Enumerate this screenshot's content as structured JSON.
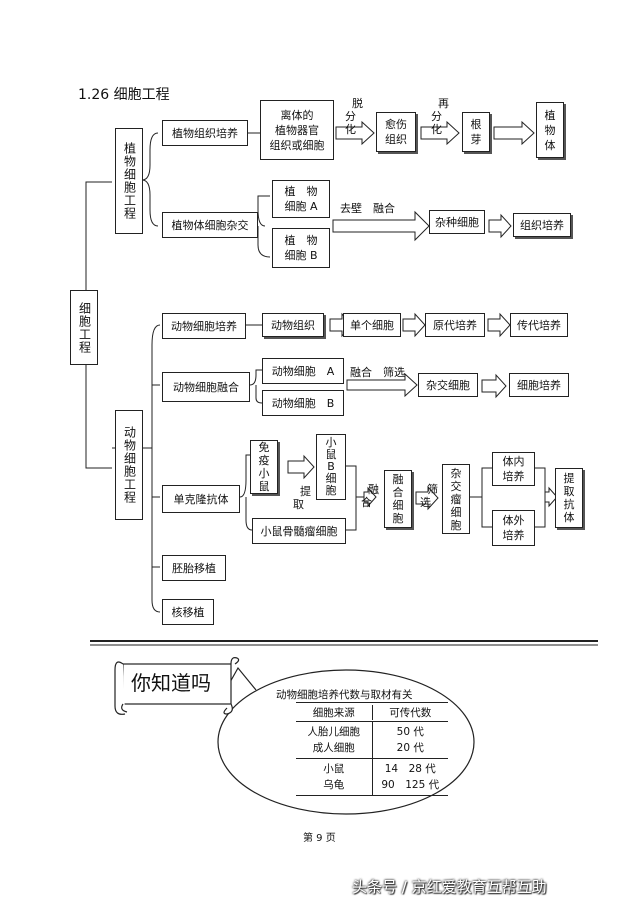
{
  "section_title": "1.26 细胞工程",
  "root": "细胞工程",
  "plant": {
    "label": "植物细胞工程",
    "tissue_culture": {
      "label": "植物组织培养",
      "source": "离体的\n植物器官\n组织或细胞",
      "step1": "脱\n分\n化",
      "callus": "愈伤\n组织",
      "step2": "再\n分\n化",
      "root_bud": "根\n芽",
      "plant_body": "植\n物\n体"
    },
    "hybridization": {
      "label": "植物体细胞杂交",
      "cell_a": "植　物\n细胞 A",
      "cell_b": "植　物\n细胞 B",
      "process": "去壁　融合",
      "hybrid": "杂种细胞",
      "culture": "组织培养"
    }
  },
  "animal": {
    "label": "动物细胞工程",
    "culture": {
      "label": "动物细胞培养",
      "tissue": "动物组织",
      "single": "单个细胞",
      "primary": "原代培养",
      "passage": "传代培养"
    },
    "fusion": {
      "label": "动物细胞融合",
      "cell_a": "动物细胞　A",
      "cell_b": "动物细胞　B",
      "process": "融合　筛选",
      "hybrid": "杂交细胞",
      "culture": "细胞培养"
    },
    "monoclonal": {
      "label": "单克隆抗体",
      "immune_mouse": "免\n疫\n小\n鼠",
      "extract": "提\n取",
      "b_cell": "小\n鼠\nB\n细\n胞",
      "myeloma": "小鼠骨髓瘤细胞",
      "fuse": "融\n合",
      "fused_cell": "融\n合\n细\n胞",
      "screen": "筛\n选",
      "hybridoma": "杂\n交\n瘤\n细\n胞",
      "in_vivo": "体内\n培养",
      "in_vitro": "体外\n培养",
      "antibody": "提\n取\n抗\n体"
    },
    "embryo": "胚胎移植",
    "nuclear": "核移植"
  },
  "did_you_know": {
    "title": "你知道吗",
    "table_title": "动物细胞培养代数与取材有关",
    "headers": [
      "细胞来源",
      "可传代数"
    ],
    "rows": [
      [
        "人胎儿细胞",
        "50 代"
      ],
      [
        "成人细胞",
        "20 代"
      ],
      [
        "小鼠",
        "14　28 代"
      ],
      [
        "乌龟",
        "90　125 代"
      ]
    ]
  },
  "page_number": "第 9 页",
  "watermark": "头条号 / 京红爱教育互帮互助"
}
